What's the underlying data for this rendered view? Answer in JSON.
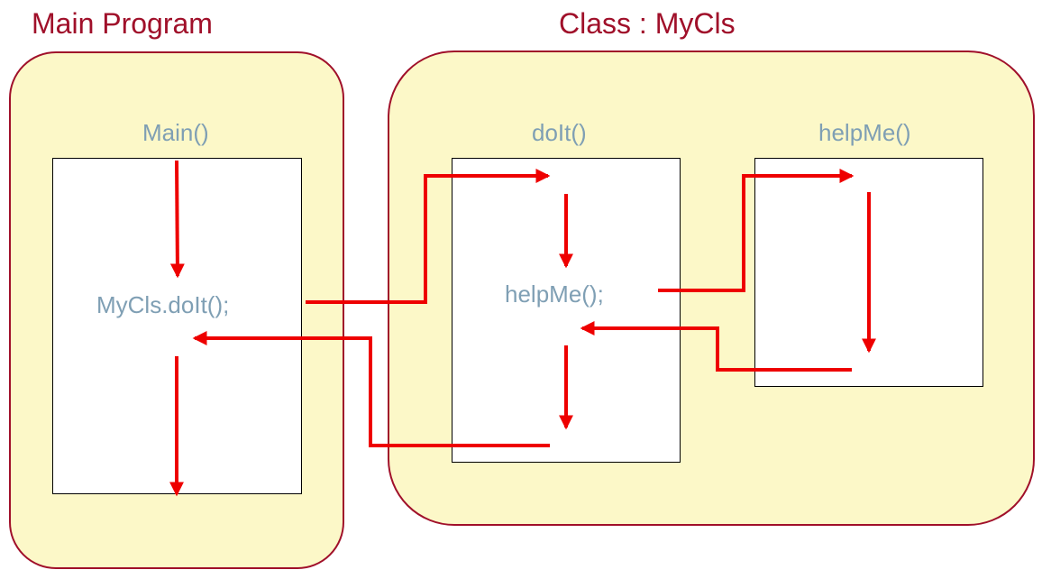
{
  "main_program": {
    "title": "Main Program",
    "method": {
      "name": "Main()",
      "statement": "MyCls.doIt();"
    }
  },
  "class_group": {
    "title": "Class : MyCls",
    "methods": [
      {
        "name": "doIt()",
        "statement": "helpMe();"
      },
      {
        "name": "helpMe()",
        "statement": ""
      }
    ]
  },
  "colors": {
    "group_fill": "#fcf8c8",
    "group_border": "#a0102a",
    "title_text": "#a0102a",
    "method_text": "#7f9fb4",
    "flow_arrow": "#ee0000"
  }
}
